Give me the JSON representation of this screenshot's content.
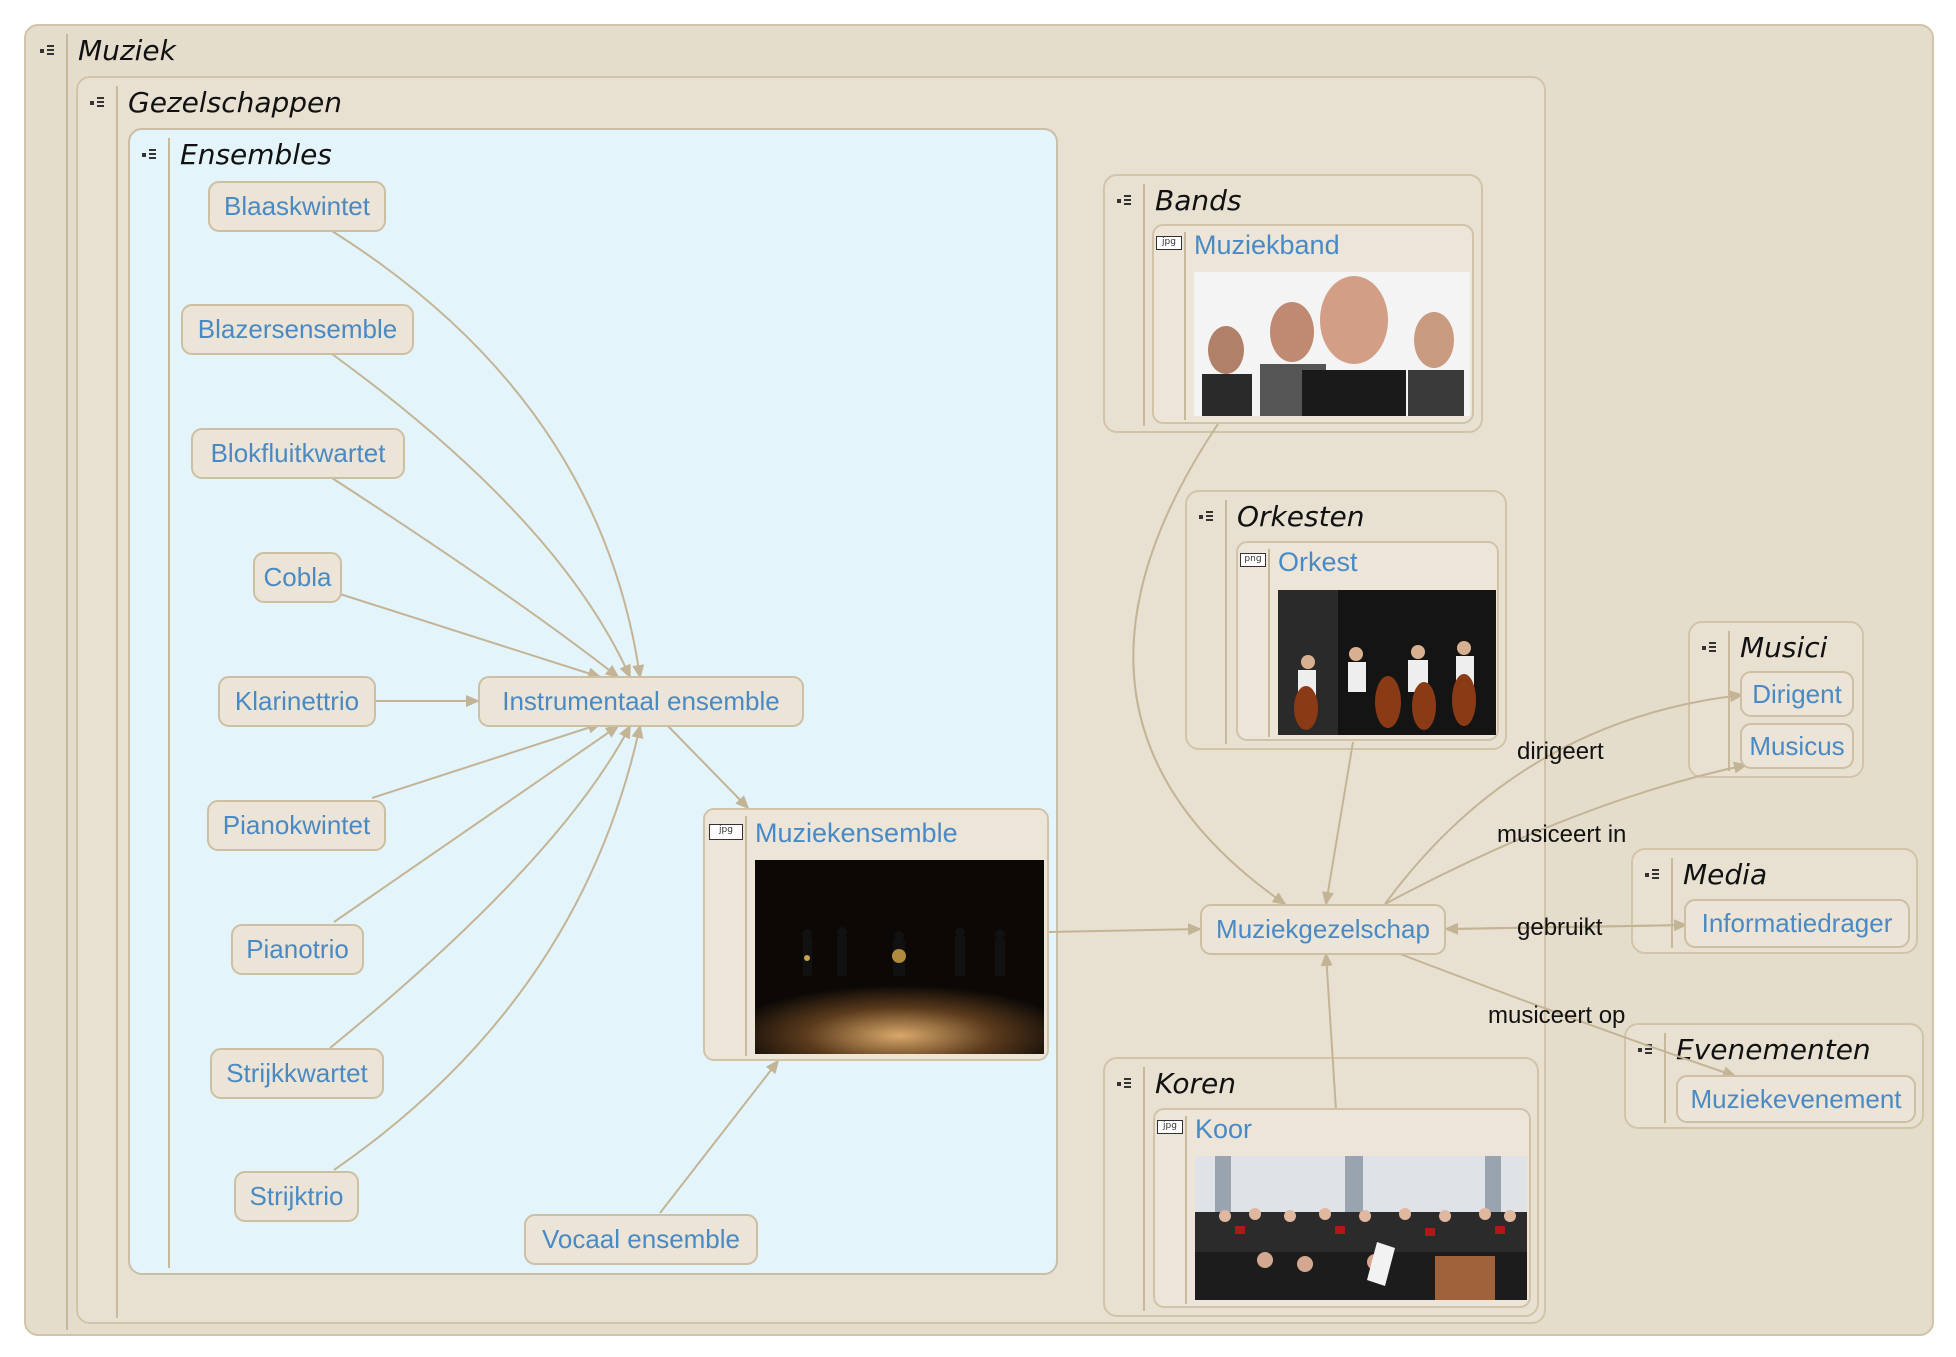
{
  "groups": {
    "muziek": "Muziek",
    "gezelschappen": "Gezelschappen",
    "ensembles": "Ensembles",
    "bands": "Bands",
    "orkesten": "Orkesten",
    "koren": "Koren",
    "musici": "Musici",
    "media": "Media",
    "evenementen": "Evenementen"
  },
  "nodes": {
    "blaaskwintet": "Blaaskwintet",
    "blazersensemble": "Blazersensemble",
    "blokfluitkwartet": "Blokfluitkwartet",
    "cobla": "Cobla",
    "klarinettrio": "Klarinettrio",
    "pianokwintet": "Pianokwintet",
    "pianotrio": "Pianotrio",
    "strijkkwartet": "Strijkkwartet",
    "strijktrio": "Strijktrio",
    "instrumentaal_ensemble": "Instrumentaal ensemble",
    "vocaal_ensemble": "Vocaal ensemble",
    "muziekgezelschap": "Muziekgezelschap",
    "dirigent": "Dirigent",
    "musicus": "Musicus",
    "informatiedrager": "Informatiedrager",
    "muziekevenement": "Muziekevenement"
  },
  "cards": {
    "muziekband": {
      "label": "Muziekband",
      "filetype": "jpg"
    },
    "orkest": {
      "label": "Orkest",
      "filetype": "png"
    },
    "muziekensemble": {
      "label": "Muziekensemble",
      "filetype": "jpg"
    },
    "koor": {
      "label": "Koor",
      "filetype": "jpg"
    }
  },
  "edge_labels": {
    "dirigeert": "dirigeert",
    "musiceert_in": "musiceert in",
    "gebruikt": "gebruikt",
    "musiceert_op": "musiceert op"
  },
  "colors": {
    "edge": "#c4b496",
    "node_text": "#4a8ac4",
    "group_bg": "#e5ddcc",
    "ensembles_bg": "#e3f4fb"
  }
}
